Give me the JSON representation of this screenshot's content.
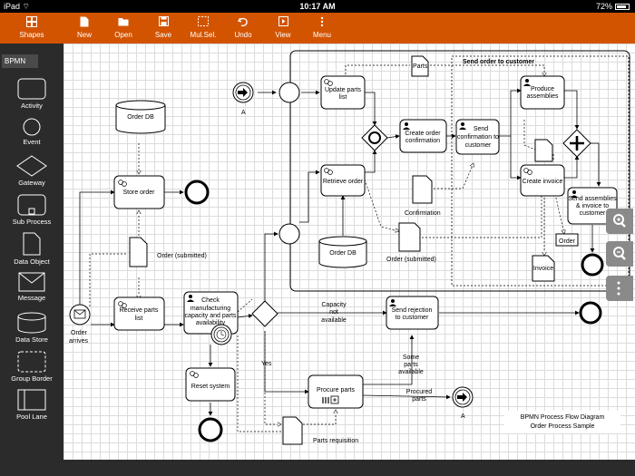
{
  "status_bar": {
    "device": "iPad",
    "time": "10:17 AM",
    "battery": "72%"
  },
  "toolbar": {
    "shapes": "Shapes",
    "new": "New",
    "open": "Open",
    "save": "Save",
    "multi_select": "Mul.Sel.",
    "undo": "Undo",
    "view": "View",
    "menu": "Menu"
  },
  "sidebar": {
    "header": "BPMN",
    "items": [
      "Activity",
      "Event",
      "Gateway",
      "Sub Process",
      "Data Object",
      "Message",
      "Data Store",
      "Group Border",
      "Pool Lane"
    ]
  },
  "diagram": {
    "order_db_top": "Order DB",
    "store_order": "Store order",
    "order_submitted_left": "Order (submitted)",
    "receive_parts_list": [
      "Receive parts",
      "list"
    ],
    "order_arrives": [
      "Order",
      "arrives"
    ],
    "check_manufacturing": [
      "Check",
      "manufacturing",
      "capacity and parts",
      "availability"
    ],
    "reset_system": "Reset system",
    "yes": "Yes",
    "capacity_not_available": [
      "Capacity",
      "not",
      "available"
    ],
    "send_rejection": [
      "Send rejection",
      "to customer"
    ],
    "some_parts_available": [
      "Some",
      "parts",
      "available"
    ],
    "procure_parts": "Procure parts",
    "procured_parts": [
      "Procured",
      "parts"
    ],
    "parts_requisition": "Parts requisition",
    "link_a_bottom": "A",
    "link_a_top": "A",
    "subprocess_title": "Send order to customer",
    "parts": "Parts",
    "update_parts_list": [
      "Update parts",
      "list"
    ],
    "create_order_confirmation": [
      "Create order",
      "confirmation"
    ],
    "send_confirmation": [
      "Send",
      "confirmation to",
      "customer"
    ],
    "produce_assemblies": [
      "Produce",
      "assemblies"
    ],
    "retrieve_order": "Retrieve order",
    "create_invoice": "Create invoice",
    "send_assemblies_invoice": [
      "Send assemblies",
      "& invoice to",
      "customer"
    ],
    "confirmation": "Confirmation",
    "order_db_inner": "Order DB",
    "order_submitted_inner": "Order (submitted)",
    "order_small": "Order",
    "invoice": "Invoice",
    "caption": [
      "BPMN Process Flow Diagram",
      "Order Process Sample"
    ]
  }
}
